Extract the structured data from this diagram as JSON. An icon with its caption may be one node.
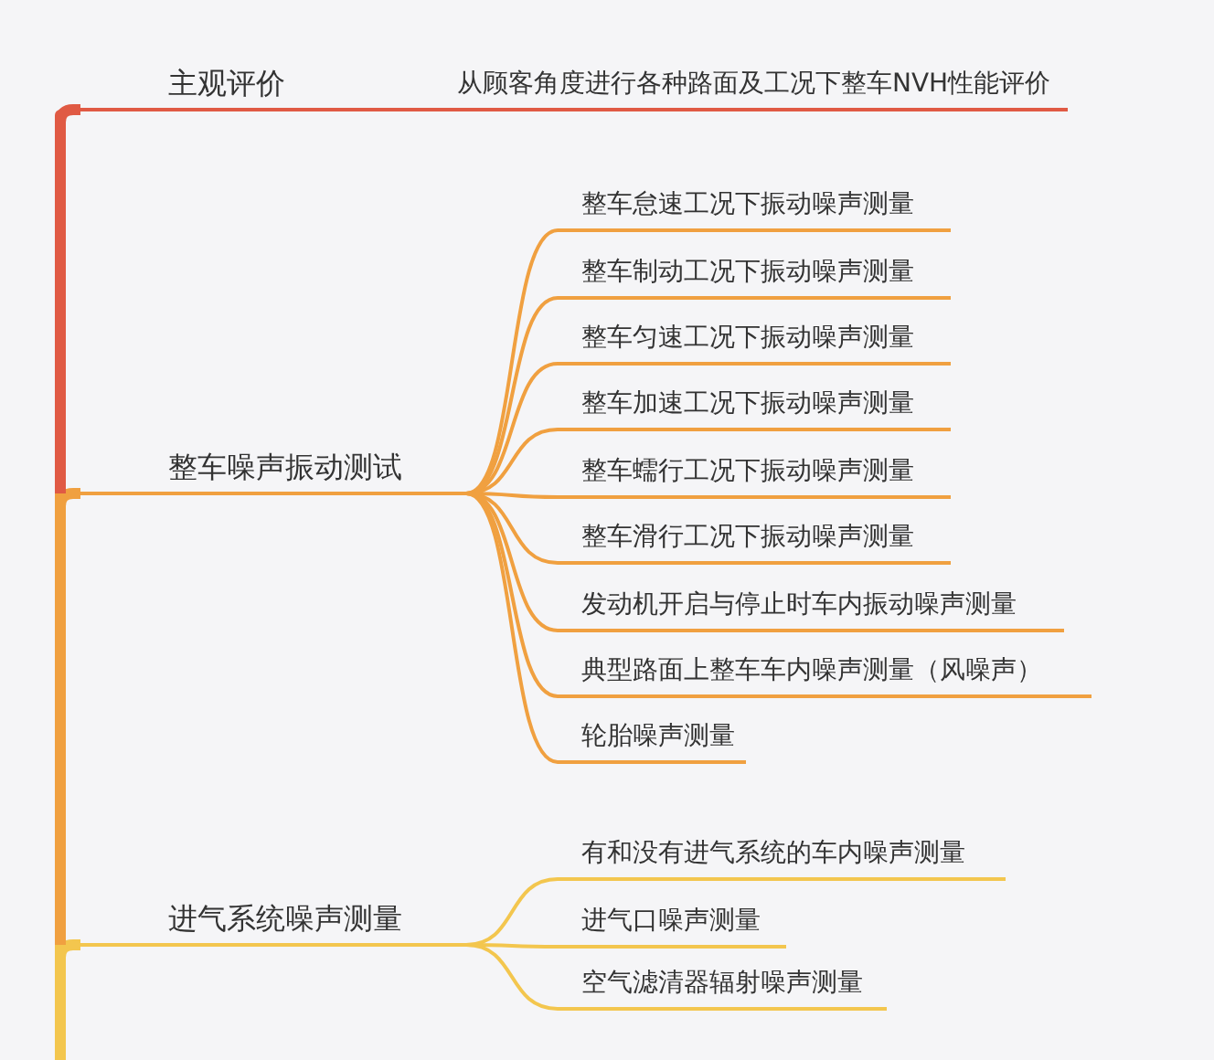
{
  "diagram": {
    "nodes": [
      {
        "text": [
          "主观评价"
        ]
      },
      {
        "text": [
          "从顾客角度进行各种路面及工况下整车NVH性能评价"
        ]
      },
      {
        "text": [
          "整车噪声振动测试"
        ]
      },
      {
        "text": [
          "整车怠速工况下振动噪声测量"
        ]
      },
      {
        "text": [
          "整车制动工况下振动噪声测量"
        ]
      },
      {
        "text": [
          "整车匀速工况下振动噪声测量"
        ]
      },
      {
        "text": [
          "整车加速工况下振动噪声测量"
        ]
      },
      {
        "text": [
          "整车蠕行工况下振动噪声测量"
        ]
      },
      {
        "text": [
          "整车滑行工况下振动噪声测量"
        ]
      },
      {
        "text": [
          "发动机开启与停止时车内振动噪声测量"
        ]
      },
      {
        "text": [
          "典型路面上整车车内噪声测量（风噪声）"
        ]
      },
      {
        "text": [
          "轮胎噪声测量"
        ]
      },
      {
        "text": [
          "进气系统噪声测量"
        ]
      },
      {
        "text": [
          "有和没有进气系统的车内噪声测量"
        ]
      },
      {
        "text": [
          "进气口噪声测量"
        ]
      },
      {
        "text": [
          "空气滤清器辐射噪声测量"
        ]
      },
      {
        "text": [],
        "shape": "bar"
      }
    ],
    "edges": [
      {
        "from": 16,
        "to": 0,
        "arrow": "none",
        "style": "thick",
        "color": "#e05a44"
      },
      {
        "from": 0,
        "to": 1,
        "arrow": "none",
        "color": "#e05a44"
      },
      {
        "from": 16,
        "to": 2,
        "arrow": "none",
        "style": "thick"
      },
      {
        "from": 2,
        "to": 3,
        "arrow": "none"
      },
      {
        "from": 2,
        "to": 4,
        "arrow": "none"
      },
      {
        "from": 2,
        "to": 5,
        "arrow": "none"
      },
      {
        "from": 2,
        "to": 6,
        "arrow": "none"
      },
      {
        "from": 2,
        "to": 7,
        "arrow": "none"
      },
      {
        "from": 2,
        "to": 8,
        "arrow": "none"
      },
      {
        "from": 2,
        "to": 9,
        "arrow": "none"
      },
      {
        "from": 2,
        "to": 10,
        "arrow": "none"
      },
      {
        "from": 2,
        "to": 11,
        "arrow": "none"
      },
      {
        "from": 16,
        "to": 12,
        "arrow": "none",
        "style": "thick",
        "color": "#f3c64e"
      },
      {
        "from": 12,
        "to": 13,
        "arrow": "none",
        "color": "#f3c64e"
      },
      {
        "from": 12,
        "to": 14,
        "arrow": "none",
        "color": "#f3c64e"
      },
      {
        "from": 12,
        "to": 15,
        "arrow": "none",
        "color": "#f3c64e"
      }
    ]
  }
}
